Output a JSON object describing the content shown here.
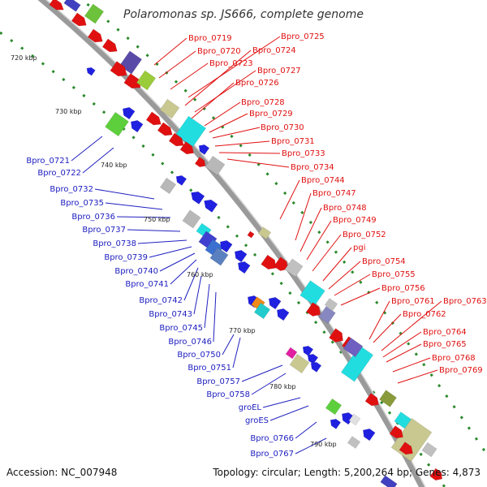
{
  "title": "Polaromonas sp. JS666, complete genome",
  "accession": "Accession: NC_007948",
  "topology": "Topology: circular; Length: 5,200,264 bp; Genes: 4,873",
  "colors": {
    "forward_label": "#e01010",
    "reverse_label": "#2020c0",
    "backbone": "#9a9a9a",
    "gc_dots": "#2c8a2c"
  },
  "ticks": [
    "720 kbp",
    "730 kbp",
    "740 kbp",
    "750 kbp",
    "760 kbp",
    "770 kbp",
    "780 kbp",
    "790 kbp"
  ],
  "forward_genes": [
    "Bpro_0719",
    "Bpro_0720",
    "Bpro_0723",
    "Bpro_0725",
    "Bpro_0724",
    "Bpro_0727",
    "Bpro_0726",
    "Bpro_0728",
    "Bpro_0729",
    "Bpro_0730",
    "Bpro_0731",
    "Bpro_0733",
    "Bpro_0734",
    "Bpro_0744",
    "Bpro_0747",
    "Bpro_0748",
    "Bpro_0749",
    "Bpro_0752",
    "pgi",
    "Bpro_0754",
    "Bpro_0755",
    "Bpro_0756",
    "Bpro_0761",
    "Bpro_0763",
    "Bpro_0762",
    "Bpro_0764",
    "Bpro_0765",
    "Bpro_0768",
    "Bpro_0769"
  ],
  "reverse_genes": [
    "Bpro_0721",
    "Bpro_0722",
    "Bpro_0732",
    "Bpro_0735",
    "Bpro_0736",
    "Bpro_0737",
    "Bpro_0738",
    "Bpro_0739",
    "Bpro_0740",
    "Bpro_0741",
    "Bpro_0742",
    "Bpro_0743",
    "Bpro_0745",
    "Bpro_0746",
    "Bpro_0750",
    "Bpro_0751",
    "Bpro_0757",
    "Bpro_0758",
    "groEL",
    "groES",
    "Bpro_0766",
    "Bpro_0767"
  ]
}
